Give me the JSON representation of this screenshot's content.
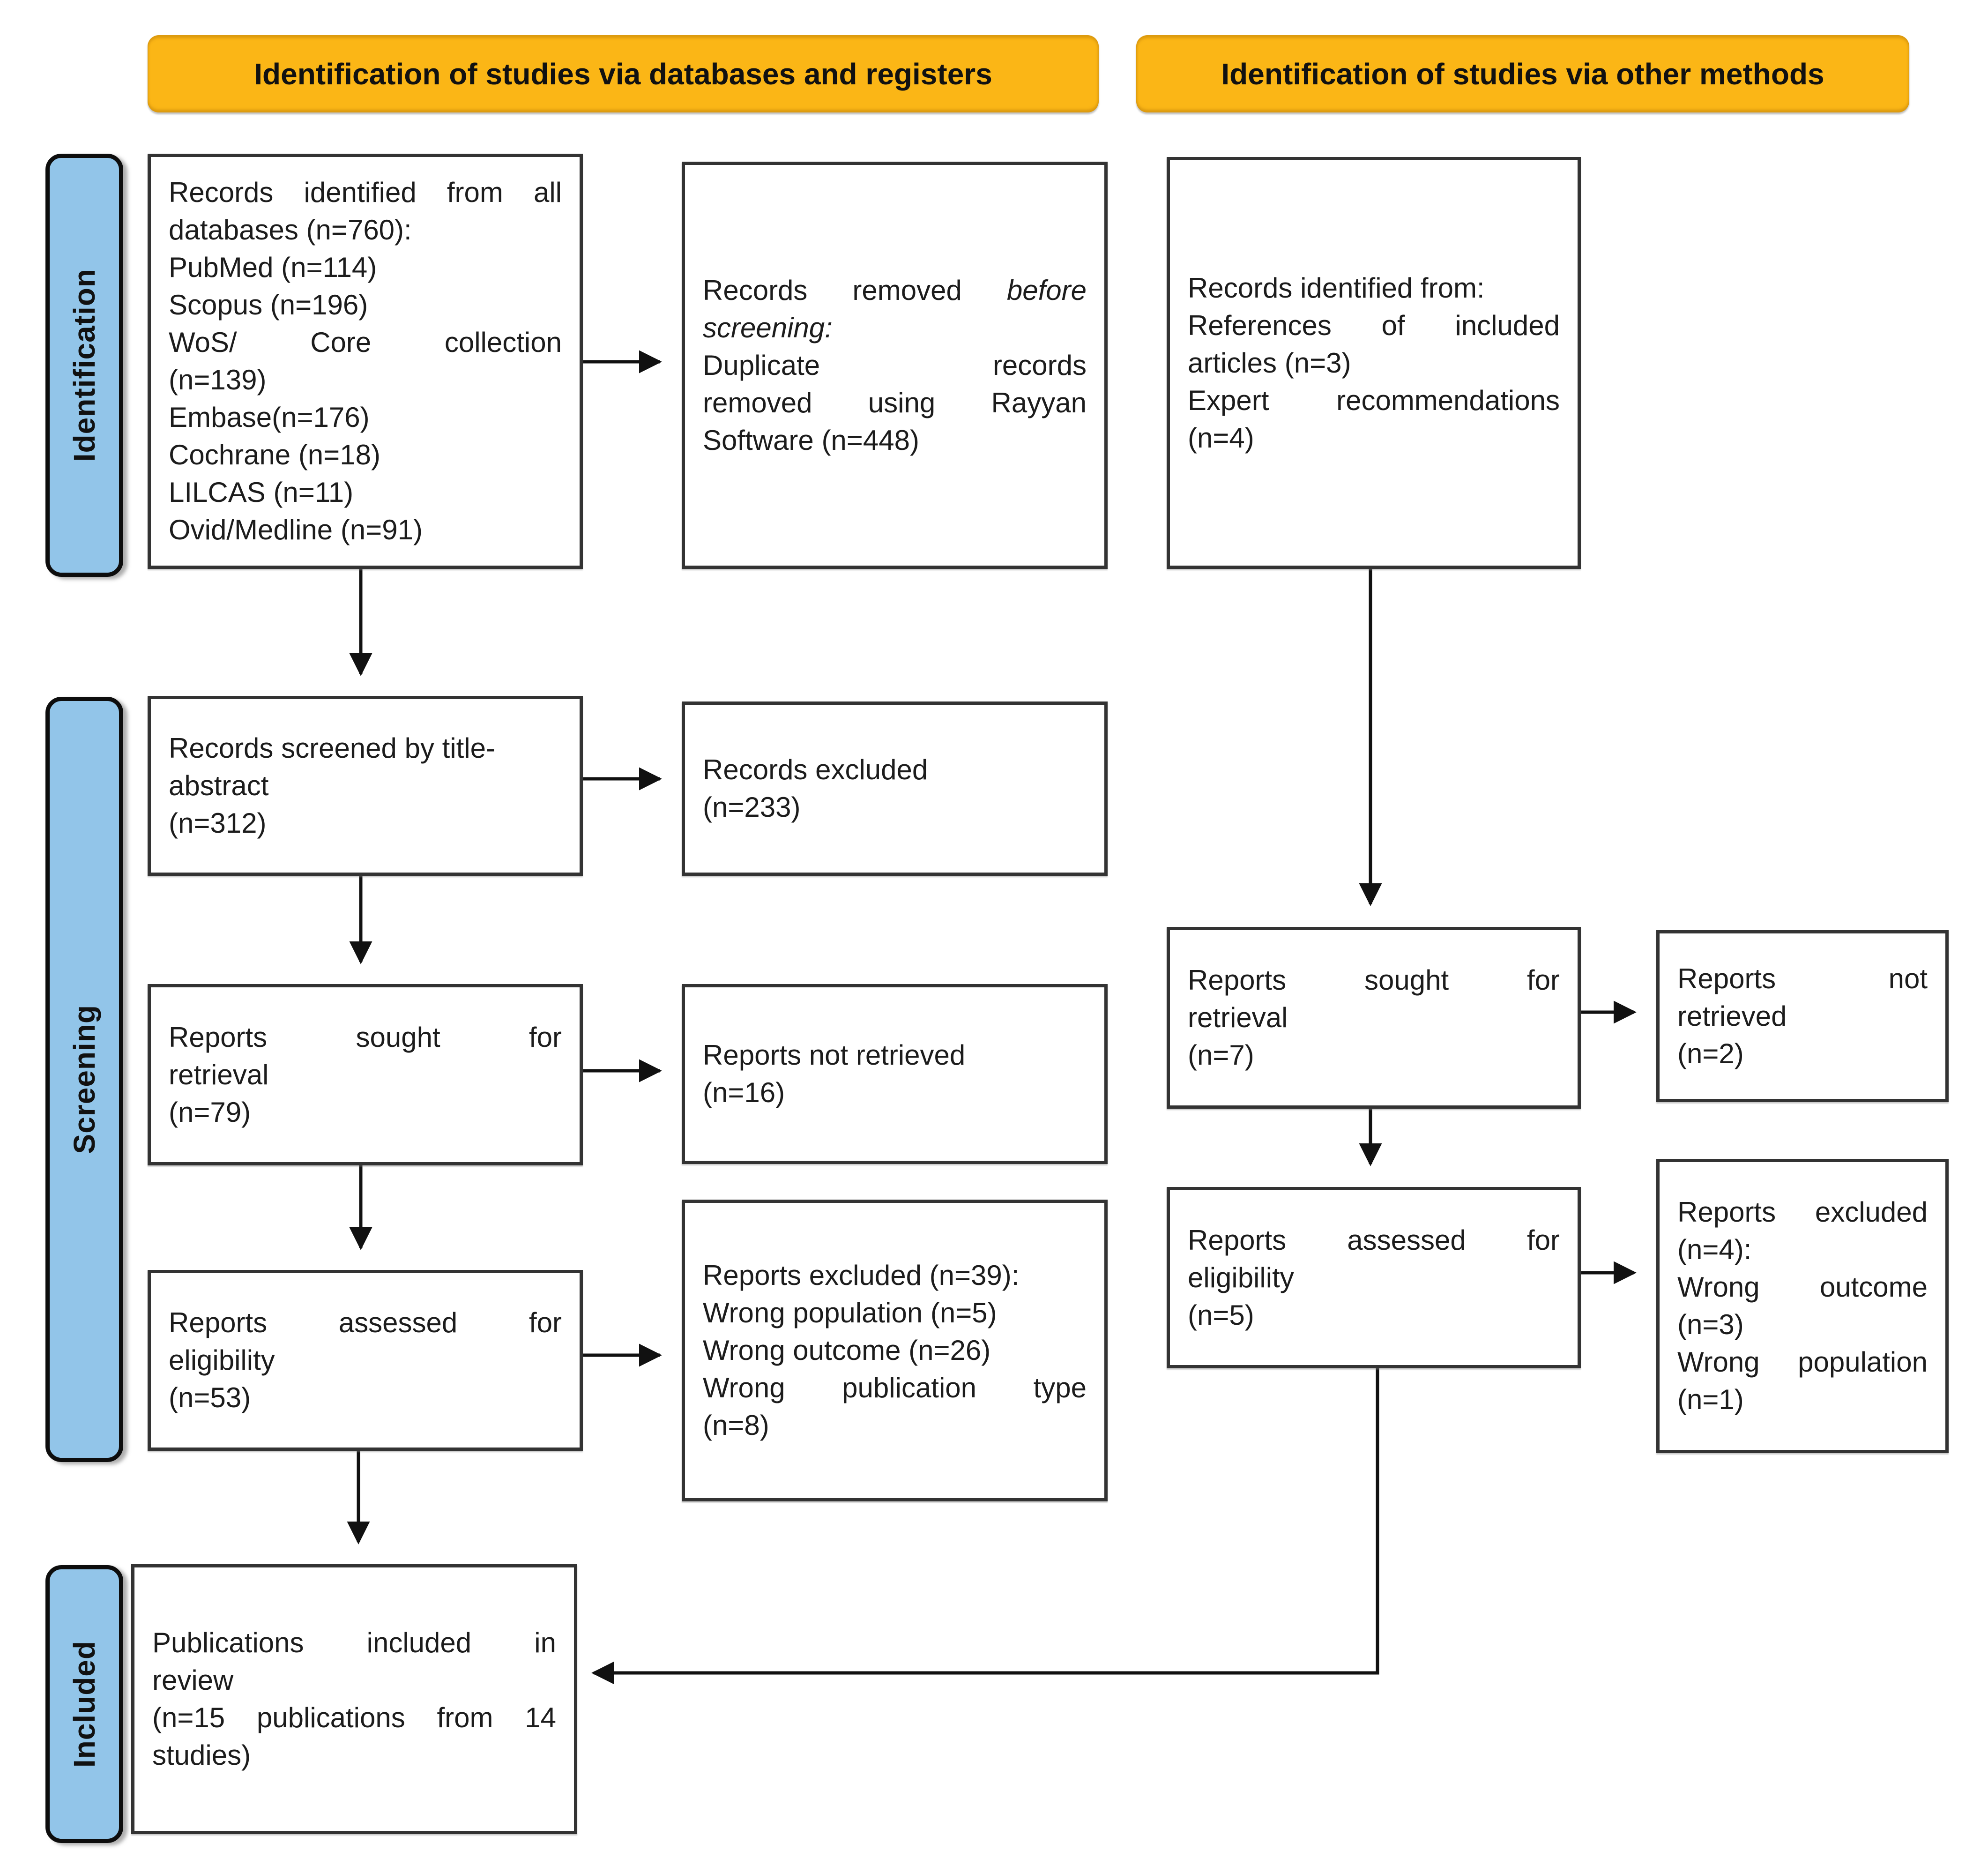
{
  "headers": {
    "left": "Identification of studies via databases and registers",
    "right": "Identification of studies via other methods"
  },
  "stage_labels": {
    "identification": "Identification",
    "screening": "Screening",
    "included": "Included"
  },
  "colors": {
    "header_bg": "#FBB616",
    "stage_bg": "#92C5E9",
    "box_border": "#333333",
    "arrow": "#111111",
    "text": "#1C1C1C"
  },
  "boxes": {
    "db_identified": {
      "lines": [
        {
          "j": true,
          "t": "Records identified from all"
        },
        "databases (n=760):",
        "PubMed (n=114)",
        "Scopus (n=196)",
        {
          "j": true,
          "t": "WoS/ Core collection"
        },
        "(n=139)",
        "Embase(n=176)",
        "Cochrane (n=18)",
        "LILCAS (n=11)",
        "Ovid/Medline (n=91)"
      ]
    },
    "records_removed": {
      "lines": [
        {
          "j": true,
          "parts": [
            {
              "t": "Records removed "
            },
            {
              "t": "before",
              "i": true
            }
          ]
        },
        {
          "parts": [
            {
              "t": "screening:",
              "i": true
            }
          ]
        },
        {
          "j": true,
          "t": "Duplicate records"
        },
        {
          "j": true,
          "t": "removed using Rayyan"
        },
        "Software (n=448)"
      ]
    },
    "other_identified": {
      "lines": [
        "Records identified from:",
        {
          "j": true,
          "t": "References of included"
        },
        "articles (n=3)",
        {
          "j": true,
          "t": "Expert recommendations"
        },
        "(n=4)"
      ]
    },
    "records_screened": {
      "lines": [
        "Records screened by title-",
        "abstract",
        "(n=312)"
      ]
    },
    "records_excluded": {
      "lines": [
        "Records excluded",
        "(n=233)"
      ]
    },
    "reports_sought_db": {
      "lines": [
        {
          "j": true,
          "t": "Reports sought for"
        },
        "retrieval",
        "(n=79)"
      ]
    },
    "reports_not_retrieved_db": {
      "lines": [
        "Reports not retrieved",
        "(n=16)"
      ]
    },
    "reports_assessed_db": {
      "lines": [
        {
          "j": true,
          "t": "Reports assessed for"
        },
        "eligibility",
        "(n=53)"
      ]
    },
    "reports_excluded_db": {
      "lines": [
        "Reports excluded (n=39):",
        "Wrong population (n=5)",
        "Wrong outcome (n=26)",
        {
          "j": true,
          "t": "Wrong publication type"
        },
        "(n=8)"
      ]
    },
    "reports_sought_other": {
      "lines": [
        {
          "j": true,
          "t": "Reports sought for"
        },
        "retrieval",
        "(n=7)"
      ]
    },
    "reports_not_retrieved_other": {
      "lines": [
        {
          "j": true,
          "t": "Reports not"
        },
        "retrieved",
        "(n=2)"
      ]
    },
    "reports_assessed_other": {
      "lines": [
        {
          "j": true,
          "t": "Reports assessed for"
        },
        "eligibility",
        "(n=5)"
      ]
    },
    "reports_excluded_other": {
      "lines": [
        {
          "j": true,
          "t": "Reports excluded"
        },
        "(n=4):",
        {
          "j": true,
          "t": "Wrong outcome"
        },
        "(n=3)",
        {
          "j": true,
          "t": "Wrong population"
        },
        "(n=1)"
      ]
    },
    "included_publications": {
      "lines": [
        {
          "j": true,
          "t": "Publications included in"
        },
        "review",
        {
          "j": true,
          "t": "(n=15 publications from 14"
        },
        "studies)"
      ]
    }
  }
}
